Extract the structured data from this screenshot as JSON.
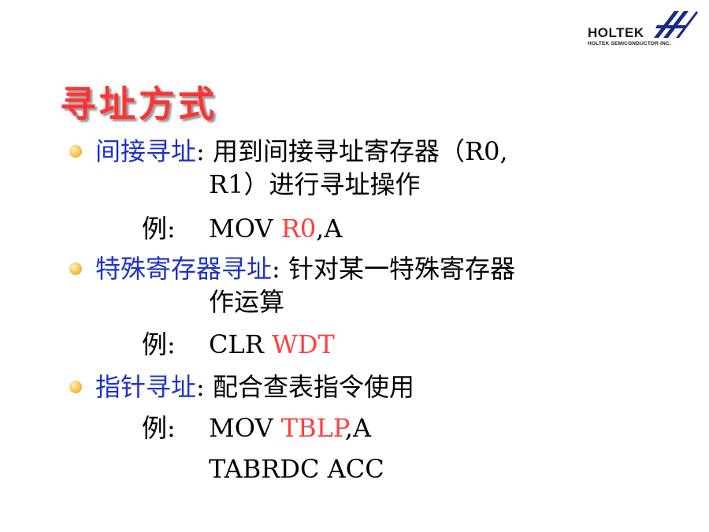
{
  "logo": {
    "name": "HOLTEK",
    "sub": "HOLTEK SEMICONDUCTOR INC."
  },
  "title": "寻址方式",
  "items": [
    {
      "term": "间接寻址",
      "colon": ":",
      "desc_line1": "用到间接寻址寄存器（R0,",
      "desc_line2": "R1）进行寻址操作",
      "example_label": "例:",
      "example_pre": "MOV",
      "example_hl": "R0",
      "example_post": ",A"
    },
    {
      "term": "特殊寄存器寻址",
      "colon": ":",
      "desc_line1": "针对某一特殊寄存器",
      "desc_line2": "作运算",
      "example_label": "例:",
      "example_pre": "CLR",
      "example_hl": "WDT",
      "example_post": ""
    },
    {
      "term": "指针寻址",
      "colon": ":",
      "desc_line1": "配合查表指令使用",
      "example_label": "例:",
      "example_pre": "MOV",
      "example_hl": "TBLP",
      "example_post": ",A",
      "example_line2": "TABRDC  ACC"
    }
  ],
  "colors": {
    "title": "#ff3333",
    "term": "#1f32c8",
    "highlight": "#ff4040",
    "bullet": "#f7c14a"
  }
}
